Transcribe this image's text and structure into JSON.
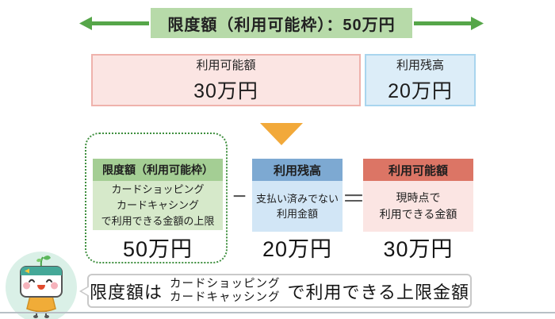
{
  "title": {
    "text": "限度額（利用可能枠）：50万円"
  },
  "summary_row": {
    "available": {
      "label": "利用可能額",
      "amount": "30万円"
    },
    "balance": {
      "label": "利用残高",
      "amount": "20万円"
    }
  },
  "equation": {
    "minus": "−",
    "equals": "＝",
    "limit": {
      "header": "限度額（利用可能枠）",
      "lines": [
        "カードショッピング",
        "カードキャシング",
        "で利用できる金額の上限"
      ],
      "amount": "50万円"
    },
    "balance": {
      "header": "利用残高",
      "lines": [
        "支払い済みでない",
        "利用金額"
      ],
      "amount": "20万円"
    },
    "available": {
      "header": "利用可能額",
      "lines": [
        "現時点で",
        "利用できる金額"
      ],
      "amount": "30万円"
    }
  },
  "footer": {
    "prefix": "限度額は",
    "small_lines": [
      "カードショッピング",
      "カードキャッシング"
    ],
    "suffix": "で利用できる上限金額"
  },
  "icons": {
    "left_arrow": "green-arrow-left",
    "right_arrow": "green-arrow-right",
    "triangle": "orange-down-triangle",
    "mascot": "card-character-mascot"
  },
  "colors": {
    "title_green": "#b7daa9",
    "arrow_green": "#56a649",
    "pink_fill": "#fbe5e3",
    "pink_border": "#efb2ac",
    "blue_fill": "#dcedf8",
    "blue_border": "#a9d5ee",
    "triangle_orange": "#f2a93a",
    "limit_header_green": "#a4ce94",
    "limit_body_green": "#d6e9ca",
    "balance_header_blue": "#7da9d2",
    "balance_body_blue": "#d2e6f6",
    "available_header_red": "#dc7565",
    "available_body_pink": "#fbe5e3",
    "dotted_border_green": "#3f8f3f",
    "mascot_circle_mint": "#daf0e7",
    "footer_line_gray": "#b8c0c6"
  }
}
